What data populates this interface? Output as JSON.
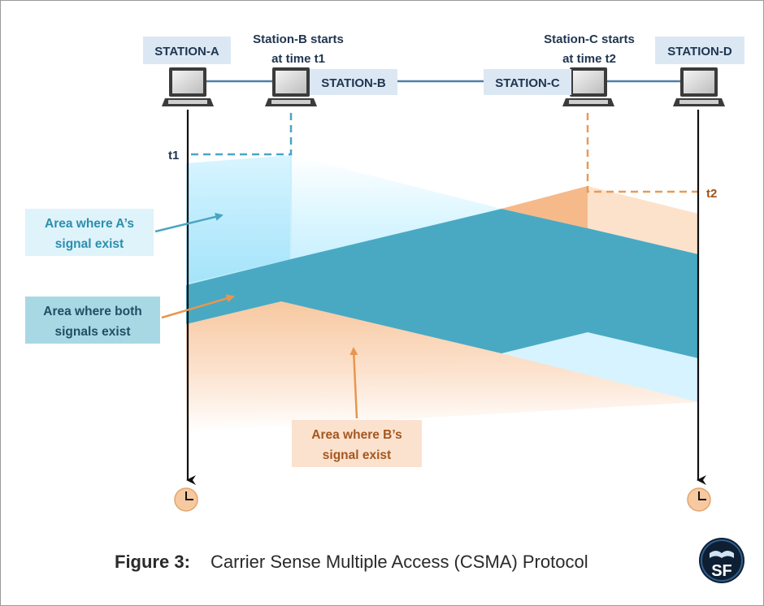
{
  "stations": {
    "a": "STATION-A",
    "b": "STATION-B",
    "c": "STATION-C",
    "d": "STATION-D"
  },
  "notes": {
    "b_start_line1": "Station-B starts",
    "b_start_line2": "at time t1",
    "c_start_line1": "Station-C starts",
    "c_start_line2": "at time t2"
  },
  "times": {
    "t1": "t1",
    "t2": "t2"
  },
  "callouts": {
    "a_area_line1": "Area where A’s",
    "a_area_line2": "signal exist",
    "both_area_line1": "Area where both",
    "both_area_line2": "signals exist",
    "b_area_line1": "Area where B’s",
    "b_area_line2": "signal exist"
  },
  "caption": {
    "label": "Figure 3:",
    "text": "Carrier Sense Multiple Access (CSMA) Protocol"
  },
  "logo": {
    "text": "SF"
  },
  "colors": {
    "a_signal": "#bfeeff",
    "b_signal": "#fbd9bd",
    "overlap": "#49a9c3",
    "t1_dash": "#4aa5c4",
    "t2_dash": "#e79a58",
    "station_box": "#dbe8f4",
    "clock": "#f7c9a0"
  }
}
